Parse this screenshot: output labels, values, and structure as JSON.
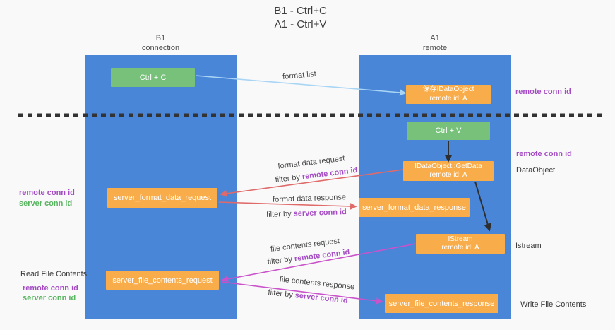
{
  "title": {
    "line1": "B1 - Ctrl+C",
    "line2": "A1 - Ctrl+V"
  },
  "lanes": {
    "left": {
      "title": "B1",
      "subtitle": "connection"
    },
    "right": {
      "title": "A1",
      "subtitle": "remote"
    }
  },
  "boxes": {
    "ctrl_c": {
      "label": "Ctrl + C"
    },
    "ctrl_v": {
      "label": "Ctrl + V"
    },
    "save_idataobject": {
      "line1": "保存IDataObject",
      "line2": "remote id: A"
    },
    "idataobject_getdata": {
      "line1": "IDataObject::GetData",
      "line2": "remote id: A"
    },
    "istream": {
      "line1": "IStream",
      "line2": "remote id: A"
    },
    "server_format_data_request": {
      "label": "server_format_data_request"
    },
    "server_format_data_response": {
      "label": "server_format_data_response"
    },
    "server_file_contents_request": {
      "label": "server_file_contents_request"
    },
    "server_file_contents_response": {
      "label": "server_file_contents_response"
    }
  },
  "labels": {
    "format_list": "format list",
    "format_data_request": "format data request",
    "format_data_response": "format data response",
    "file_contents_request": "file contents request",
    "file_contents_response": "file contents response",
    "filter_by": "filter by",
    "remote_conn_id": "remote conn id",
    "server_conn_id": "server conn id",
    "dataobject": "DataObject",
    "istream": "Istream",
    "read_file_contents": "Read File Contents",
    "write_file_contents": "Write File Contents"
  },
  "colors": {
    "lane_blue": "#4a86d8",
    "box_green": "#77c17a",
    "box_orange": "#f9ad4a",
    "accent_purple": "#a54cc5",
    "accent_green": "#57b55f",
    "arrow_red": "#e06a6a",
    "arrow_magenta": "#ca52ca",
    "arrow_lightblue": "#a9d5f5",
    "arrow_black": "#2e2e2e",
    "dashed_line": "#333333"
  }
}
